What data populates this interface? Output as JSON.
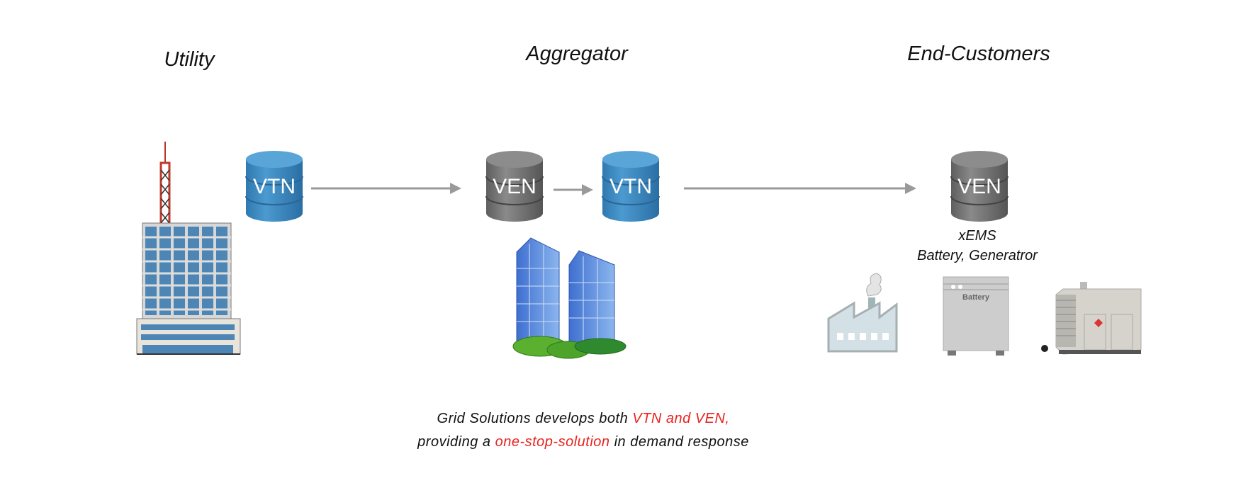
{
  "columns": {
    "utility": "Utility",
    "aggregator": "Aggregator",
    "end_customers": "End-Customers"
  },
  "nodes": {
    "utility_vtn": "VTN",
    "aggregator_ven": "VEN",
    "aggregator_vtn": "VTN",
    "customer_ven": "VEN"
  },
  "customer_note": {
    "line1": "xEMS",
    "line2": "Battery, Generatror"
  },
  "battery_label": "Battery",
  "caption": {
    "line1_pre": "Grid Solutions develops both ",
    "line1_highlight": "VTN and VEN,",
    "line2_pre": "providing a ",
    "line2_highlight": "one-stop-solution",
    "line2_post": " in demand response"
  },
  "colors": {
    "vtn": "#3d8cc4",
    "ven": "#6f6f6f",
    "highlight": "#e8231f",
    "arrow": "#9a9a9a"
  }
}
